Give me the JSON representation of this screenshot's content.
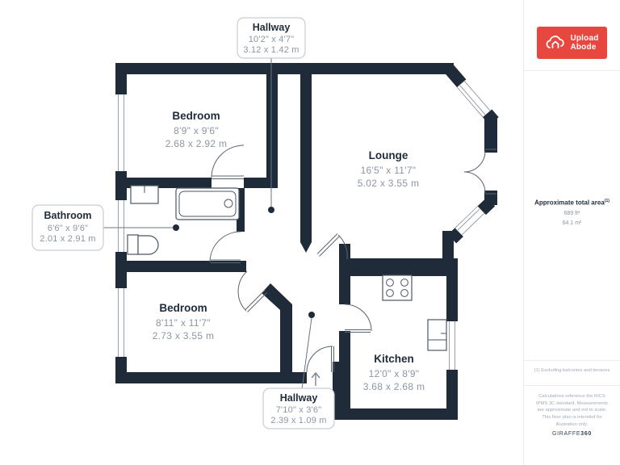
{
  "plan": {
    "rooms": [
      {
        "name": "Hallway",
        "dims_imperial": "10'2\" x 4'7\"",
        "dims_metric": "3.12 x 1.42 m",
        "label_style": "callout-box-top"
      },
      {
        "name": "Bedroom",
        "dims_imperial": "8'9\" x 9'6\"",
        "dims_metric": "2.68 x 2.92 m",
        "label_style": "in-room"
      },
      {
        "name": "Lounge",
        "dims_imperial": "16'5\" x 11'7\"",
        "dims_metric": "5.02 x 3.55 m",
        "label_style": "in-room"
      },
      {
        "name": "Bathroom",
        "dims_imperial": "6'6\" x 9'6\"",
        "dims_metric": "2.01 x 2.91 m",
        "label_style": "callout-box-left"
      },
      {
        "name": "Bedroom",
        "dims_imperial": "8'11\" x 11'7\"",
        "dims_metric": "2.73 x 3.55 m",
        "label_style": "in-room"
      },
      {
        "name": "Kitchen",
        "dims_imperial": "12'0\" x 8'9\"",
        "dims_metric": "3.68 x 2.68 m",
        "label_style": "in-room"
      },
      {
        "name": "Hallway",
        "dims_imperial": "7'10\" x 3'6\"",
        "dims_metric": "2.39 x 1.09 m",
        "label_style": "callout-box-bottom"
      }
    ],
    "fixtures": [
      "bathtub",
      "bathroom-sink",
      "toilet",
      "hob",
      "kitchen-sink"
    ],
    "entrance_marker": "up-arrow",
    "colors": {
      "wall": "#1f2b38",
      "room_name_text": "#1f2b38",
      "dimension_text": "#8c96a3",
      "callout_border": "#c7ccd4"
    }
  },
  "sidebar": {
    "logo": {
      "line1": "Upload",
      "line2": "Abode",
      "bg_color": "#e8473f",
      "icon": "cloud-house-icon"
    },
    "area": {
      "title": "Approximate total area",
      "superscript": "(1)",
      "value_ft": "689 ft²",
      "value_m": "64.1 m²"
    },
    "footnote": "(1) Excluding balconies and terraces",
    "disclaimer": "Calculations reference the RICS IPMS 3C standard. Measurements are approximate and not to scale. This floor plan is intended for illustration only.",
    "brand": {
      "name": "GIRAFFE",
      "suffix": "360"
    }
  }
}
